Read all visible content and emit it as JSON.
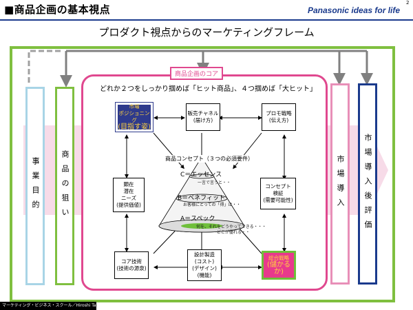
{
  "header": {
    "title": "■商品企画の基本視点",
    "brand": "Panasonic ideas for life",
    "page_number": "2"
  },
  "subtitle": "プロダクト視点からのマーケティングフレーム",
  "left_boxes": [
    {
      "label": "事業目的",
      "color": "#a8d4e6"
    },
    {
      "label": "商品の狙い",
      "color": "#7fbf3f"
    }
  ],
  "right_boxes": [
    {
      "label": "市場導入",
      "color": "#e88fb8"
    },
    {
      "label": "市場導入後評価",
      "color": "#1a3a8c"
    }
  ],
  "core": {
    "label": "商品企画のコア",
    "tagline": "どれか２つをしっかり掴めば「ヒット商品」、４つ掴めば「大ヒット」"
  },
  "nodes": {
    "positioning": {
      "line1": "市場",
      "line2": "ポジショニング",
      "line3": "(目指す姿)"
    },
    "sales_channel": {
      "line1": "販売チャネル",
      "line2": "(届け方)"
    },
    "promotion": {
      "line1": "プロモ戦略",
      "line2": "(伝え方)"
    },
    "needs": {
      "line1": "顕在",
      "line2": "潜在",
      "line3": "ニーズ",
      "line4": "(提供価値)"
    },
    "concept_verify": {
      "line1": "コンセプト",
      "line2": "検証",
      "line3": "(需要可能性)"
    },
    "core_tech": {
      "line1": "コア技術",
      "line2": "(技術の源泉)"
    },
    "design": {
      "line1": "設計製造",
      "line2": "(コスト)",
      "line3": "(デザイン)",
      "line4": "(機能)"
    },
    "profit": {
      "line1": "総合戦略",
      "line2": "(儲かるか)"
    }
  },
  "concept": {
    "label": "商品コンセプト（３つの必須要件）",
    "c": "C＝エッセンス",
    "c_note": "一言で言うと・・",
    "b": "B＝ベネフィット",
    "b_note": "お客様にとっての「得」は・・",
    "a": "A＝スペック",
    "a_note": "何を、それをどうやってできる・・・",
    "a_note2": "どこが優れる・・"
  },
  "footer": "マーケティング・ビジネス・スクール／Hiroshi Takigawa",
  "colors": {
    "frame": "#7fbf3f",
    "core": "#e0488f",
    "positioning_fill": "#2e3a8c",
    "profit_fill": "#e8398c",
    "arrow_band": "#f7dbe8",
    "connector": "#808080"
  }
}
